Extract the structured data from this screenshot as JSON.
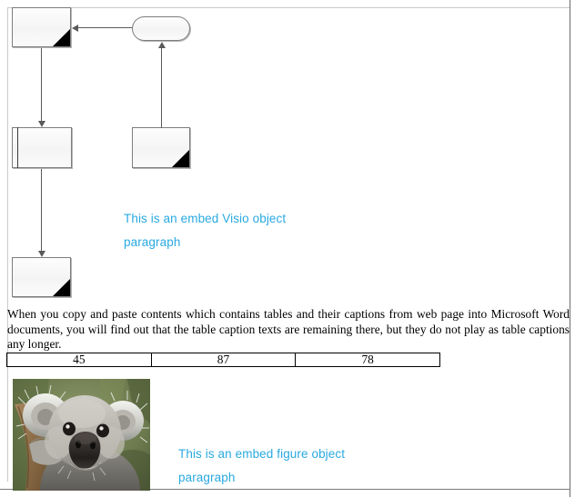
{
  "document": {
    "visio_object": {
      "title": "embedded-visio-diagram",
      "shapes": [
        {
          "id": "shape-1",
          "type": "process-with-corner",
          "corner_marker": true
        },
        {
          "id": "shape-2",
          "type": "terminator-rounded",
          "corner_marker": false
        },
        {
          "id": "shape-3",
          "type": "predefined-process",
          "corner_marker": false
        },
        {
          "id": "shape-4",
          "type": "process-with-corner",
          "corner_marker": true
        },
        {
          "id": "shape-5",
          "type": "process-with-corner",
          "corner_marker": true
        }
      ],
      "connectors": [
        {
          "id": "connector-1",
          "from": "shape-2",
          "to": "shape-1",
          "direction": "left"
        },
        {
          "id": "connector-2",
          "from": "shape-1",
          "to": "shape-3",
          "direction": "down"
        },
        {
          "id": "connector-3",
          "from": "shape-4",
          "to": "shape-2",
          "direction": "up"
        },
        {
          "id": "connector-4",
          "from": "shape-3",
          "to": "shape-5",
          "direction": "down"
        }
      ]
    },
    "visio_caption": "This is an embed Visio object\nparagraph",
    "body_paragraph": "When you copy and paste contents which contains tables and their captions from web page into Microsoft Word documents, you will find out that the table caption texts are remaining there, but they do not play as table captions any longer.",
    "table": {
      "name": "numbers-table",
      "rows": [
        [
          "45",
          "87",
          "78"
        ]
      ]
    },
    "figure": {
      "name": "koala-photo",
      "alt": "Koala"
    },
    "figure_caption": "This is an embed figure object\nparagraph",
    "colors": {
      "caption_blue": "#29a9e0",
      "shape_outline": "#7d7d7d",
      "connector": "#5a5a5a",
      "table_border": "#000000",
      "page_frame": "#6a6a6a"
    }
  }
}
